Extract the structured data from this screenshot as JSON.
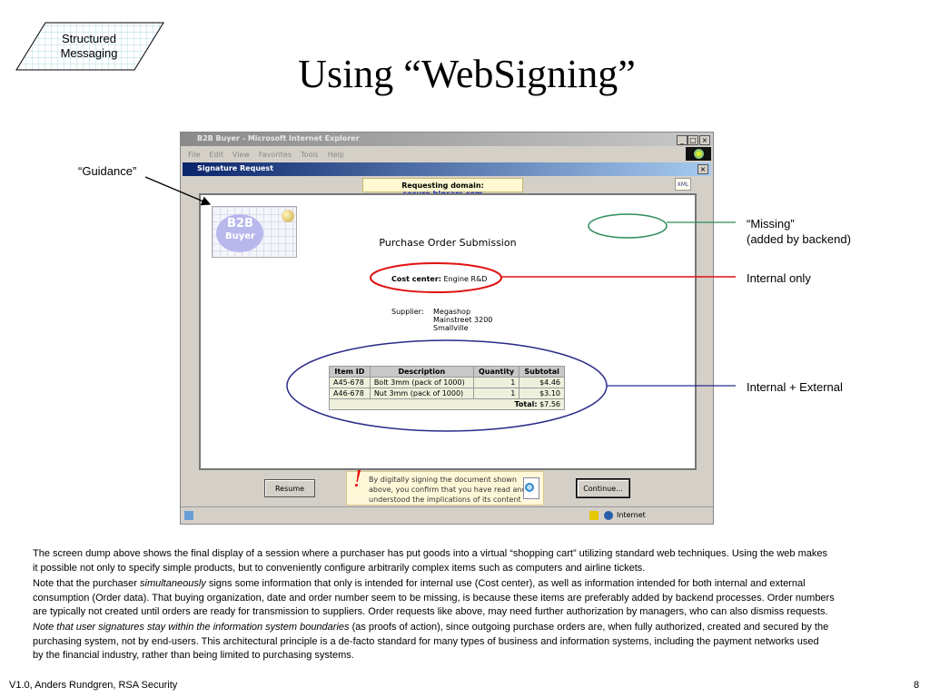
{
  "badge": {
    "line1": "Structured",
    "line2": "Messaging"
  },
  "slide_title": "Using “WebSigning”",
  "browser": {
    "title": "B2B Buyer - Microsoft Internet Explorer",
    "menu": [
      "File",
      "Edit",
      "View",
      "Favorites",
      "Tools",
      "Help"
    ],
    "window_controls": {
      "min": "_",
      "max": "□",
      "close": "×"
    },
    "dialog_title": "Signature Request",
    "dialog_close": "×",
    "requesting_label": "Requesting domain:",
    "requesting_domain": "secure.bigcars.com",
    "xml_icon": "XML",
    "logo": {
      "line1": "B2B",
      "line2": "Buyer"
    },
    "doc_title": "Purchase Order Submission",
    "cost_center_label": "Cost center:",
    "cost_center": "Engine R&D",
    "supplier_label": "Supplier:",
    "supplier": [
      "Megashop",
      "Mainstreet 3200",
      "Smallville"
    ],
    "table": {
      "headers": [
        "Item ID",
        "Description",
        "Quantity",
        "Subtotal"
      ],
      "rows": [
        [
          "A45-678",
          "Bolt 3mm (pack of 1000)",
          "1",
          "$4.46"
        ],
        [
          "A46-678",
          "Nut 3mm (pack of 1000)",
          "1",
          "$3.10"
        ]
      ],
      "total_label": "Total:",
      "total": "$7.56"
    },
    "resume": "Resume",
    "notice": [
      "By digitally signing the document shown",
      "above, you confirm that you have read and",
      "understood the implications of its content"
    ],
    "notice_mark": "!",
    "continue": "Continue...",
    "status_zone": "Internet"
  },
  "annotations": {
    "guidance": "“Guidance”",
    "missing": "“Missing”",
    "missing2": "(added by backend)",
    "internal": "Internal only",
    "external": "Internal + External"
  },
  "paragraphs": {
    "p1a": "The screen dump above shows the final display of a session where a purchaser has put goods into a virtual “shopping cart” utilizing standard web techniques.  Using the web makes",
    "p1b": "it possible not only to specify simple products, but to conveniently configure arbitrarily complex items such as computers and airline tickets.",
    "p2pre": "Note that the purchaser ",
    "p2em": "simultaneously",
    "p2a": " signs some information that only is intended for internal use (Cost center), as well as information intended for both internal and external",
    "p2b": "consumption (Order data).  That buying organization, date and order number seem to be missing, is because these items are preferably added by backend processes.    Order numbers",
    "p2c": "are typically not created until orders are ready for transmission to suppliers.  Order requests like above,  may need further authorization by managers, who can also dismiss requests.",
    "p3em": "Note that user signatures stay within the information system boundaries",
    "p3a": " (as proofs of action), since outgoing purchase orders are, when fully authorized, created and secured by the",
    "p3b": "purchasing system, not by end-users.  This architectural principle is a de-facto standard for many types of business and information systems, including the payment networks used",
    "p3c": "by the financial industry, rather than being limited to purchasing systems."
  },
  "footer": {
    "left": "V1.0, Anders Rundgren, RSA Security",
    "page": "8"
  }
}
